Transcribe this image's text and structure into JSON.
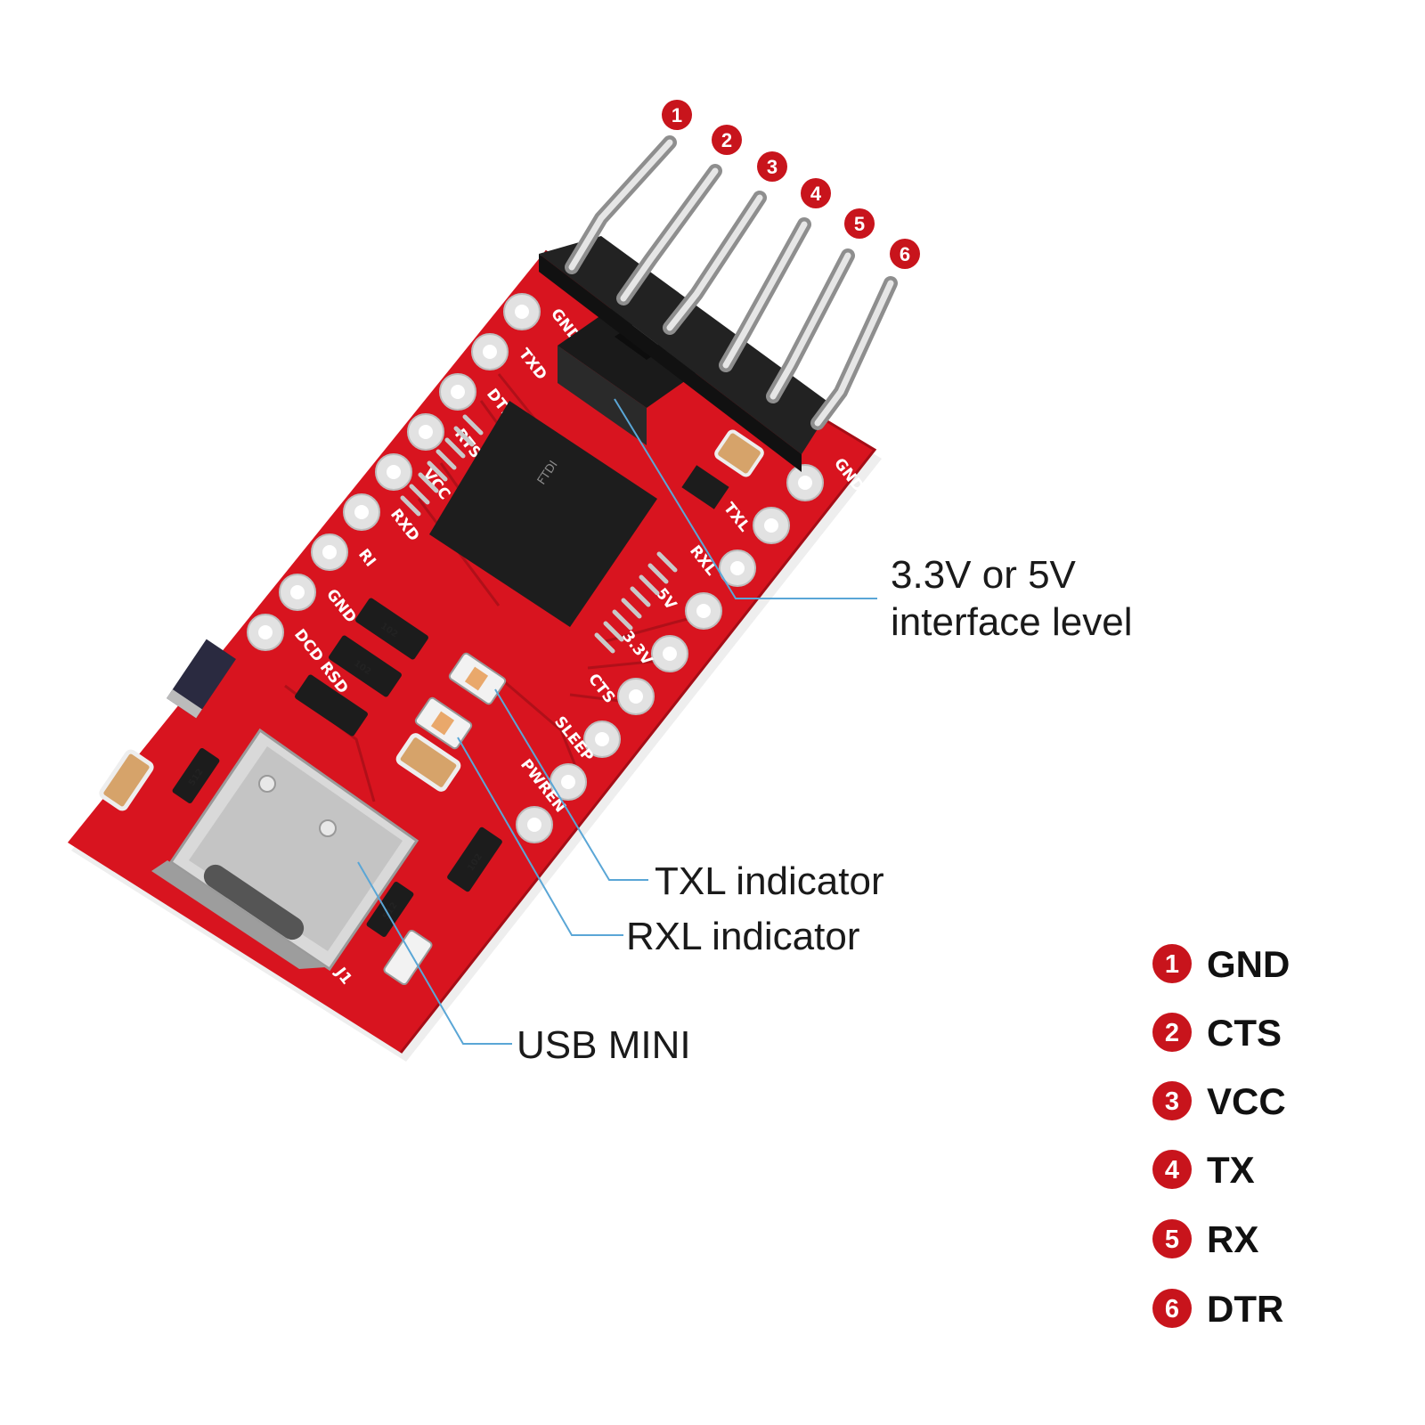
{
  "pin_badges": [
    "1",
    "2",
    "3",
    "4",
    "5",
    "6"
  ],
  "callouts": {
    "level_line1": "3.3V or 5V",
    "level_line2": "interface level",
    "txl": "TXL indicator",
    "rxl": "RXL indicator",
    "usb": "USB MINI"
  },
  "legend": [
    {
      "num": "1",
      "label": "GND"
    },
    {
      "num": "2",
      "label": "CTS"
    },
    {
      "num": "3",
      "label": "VCC"
    },
    {
      "num": "4",
      "label": "TX"
    },
    {
      "num": "5",
      "label": "RX"
    },
    {
      "num": "6",
      "label": "DTR"
    }
  ],
  "board_silkscreen": {
    "left_pads": [
      "GND",
      "TXD",
      "DTR",
      "RTS",
      "VCC",
      "RXD",
      "RI",
      "GND",
      "DCD RSD"
    ],
    "right_pads": [
      "GND",
      "TXL",
      "RXL",
      "5V",
      "3.3V",
      "CTS",
      "SLEEP",
      "PWREN"
    ],
    "chip": "FTDI",
    "resistors": [
      "102",
      "102",
      "102",
      "512",
      "512"
    ],
    "connector_ref": "J1"
  },
  "colors": {
    "badge": "#c8141c",
    "board": "#d8141f",
    "callout_line": "#5aa6d6"
  }
}
